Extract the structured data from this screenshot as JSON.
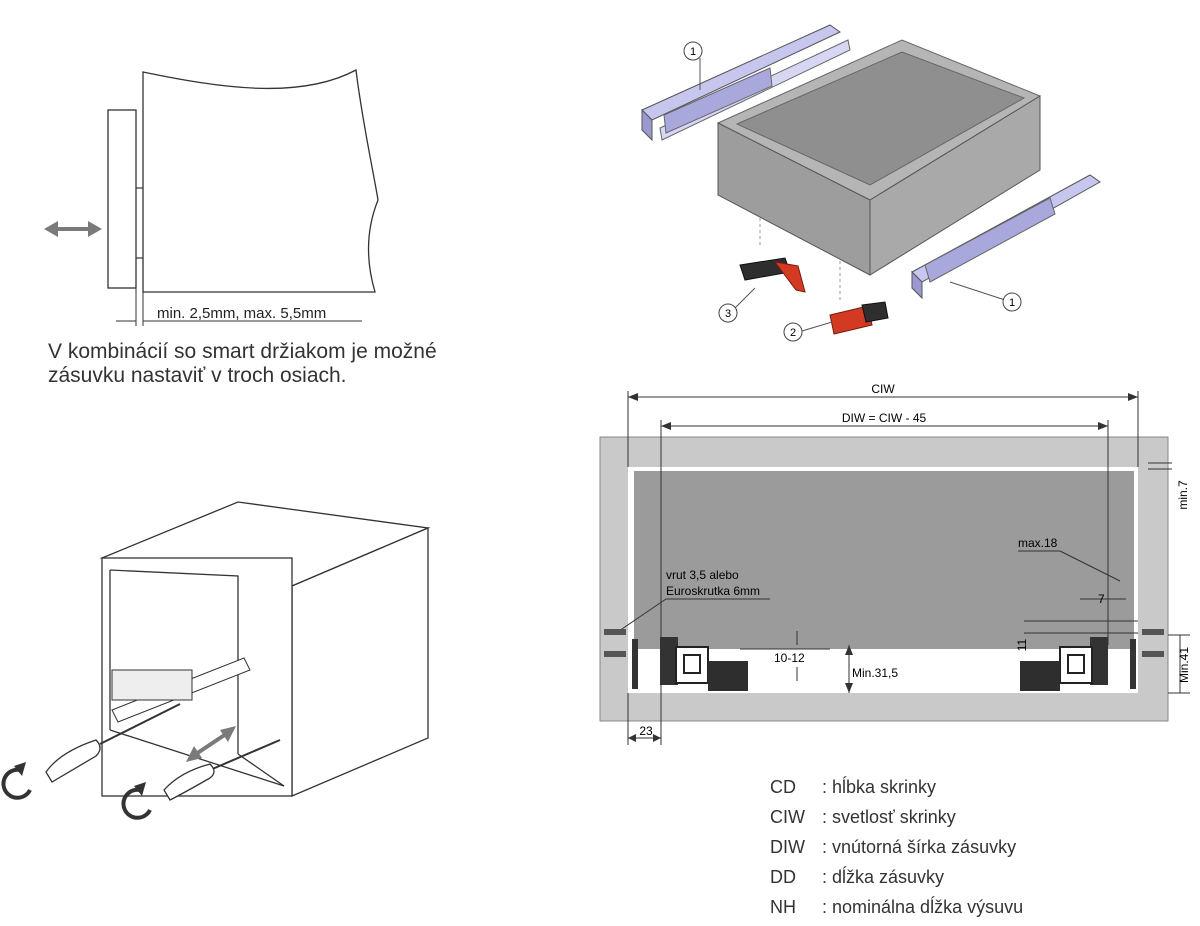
{
  "side_view": {
    "dimension_label": "min. 2,5mm, max. 5,5mm",
    "caption": "V kombinácií so smart držiakom je možné\n zásuvku nastaviť v troch osiach."
  },
  "exploded_view": {
    "callouts": [
      "1",
      "1",
      "2",
      "3"
    ]
  },
  "section_drawing": {
    "ciw_label": "CIW",
    "diw_label": "DIW = CIW - 45",
    "min7_label": "min.7",
    "max18_label": "max.18",
    "screw_label_line1": "vrut 3,5 alebo",
    "screw_label_line2": "Euroskrutka 6mm",
    "seven_label": "7",
    "eleven_label": "11",
    "gap_label": "10-12",
    "min315_label": "Min.31,5",
    "min41_label": "Min.41",
    "twentythree_label": "23"
  },
  "legend": [
    {
      "abbr": "CD",
      "text": ": hĺbka skrinky"
    },
    {
      "abbr": "CIW",
      "text": ": svetlosť skrinky"
    },
    {
      "abbr": "DIW",
      "text": ": vnútorná šírka zásuvky"
    },
    {
      "abbr": "DD",
      "text": ": dĺžka zásuvky"
    },
    {
      "abbr": "NH",
      "text": ": nominálna dĺžka výsuvu"
    }
  ],
  "colors": {
    "drawer_gray": "#9b9b9b",
    "cabinet_gray": "#c9c9c9",
    "rail_blue": "#b9b9e6",
    "clip_red": "#d23a22",
    "arrow_gray": "#7a7a7a"
  }
}
